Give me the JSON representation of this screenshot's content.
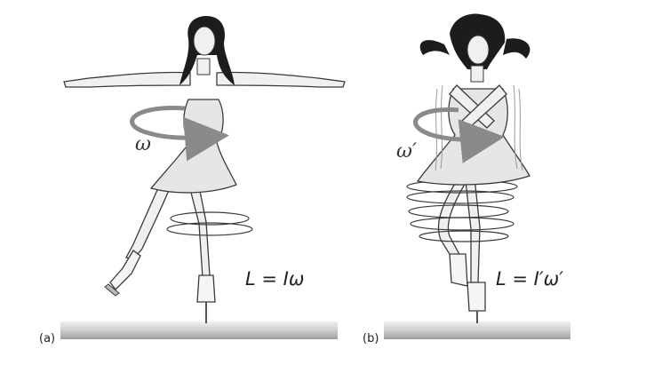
{
  "figure": {
    "panel_a": {
      "label": "(a)",
      "omega_symbol": "ω",
      "equation": "L = Iω",
      "pose": "arms-extended"
    },
    "panel_b": {
      "label": "(b)",
      "omega_symbol": "ω′",
      "equation": "L = I′ω′",
      "pose": "arms-folded"
    },
    "colors": {
      "outline": "#3a3a3a",
      "dress": "#e6e6e6",
      "skin": "#f0f0f0",
      "hair": "#1c1c1c",
      "rotation_arrow": "#8a8a8a",
      "floor_top": "#e8e8e8",
      "floor_bottom": "#9c9c9c"
    }
  }
}
